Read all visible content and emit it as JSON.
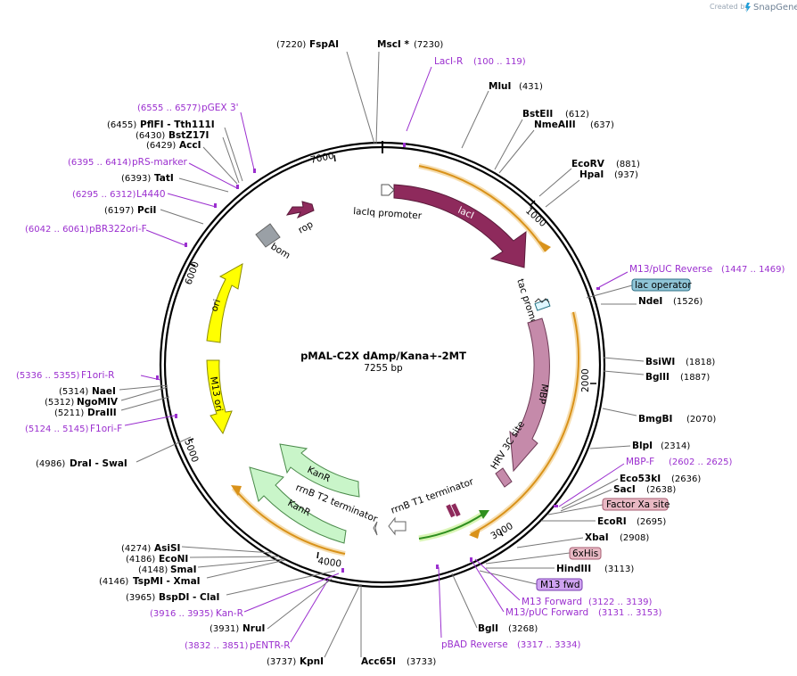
{
  "credit": {
    "prefix": "Created by",
    "brand": "SnapGene"
  },
  "plasmid": {
    "name": "pMAL-C2X dAmp/Kana+-2MT",
    "size": "7255 bp"
  },
  "ticks": [
    "1000",
    "2000",
    "3000",
    "4000",
    "5000",
    "6000",
    "7000"
  ],
  "features": {
    "lacIq_promoter": "lacIq promoter",
    "lacI": "lacI",
    "tac_promoter": "tac promoter",
    "MBP": "MBP",
    "HRV_3C_site": "HRV 3C site",
    "rrnB_T1": "rrnB T1 terminator",
    "rrnB_T2": "rrnB T2 terminator",
    "KanR_1": "KanR",
    "KanR_2": "KanR",
    "M13_ori": "M13 ori",
    "ori": "ori",
    "bom": "bom",
    "rop": "rop"
  },
  "enzymes": {
    "FspAI": {
      "name": "FspAI",
      "pos": "(7220)"
    },
    "MscI": {
      "name": "MscI *",
      "pos": "(7230)"
    },
    "MluI": {
      "name": "MluI",
      "pos": "(431)"
    },
    "BstEII": {
      "name": "BstEII",
      "pos": "(612)"
    },
    "NmeAIII": {
      "name": "NmeAIII",
      "pos": "(637)"
    },
    "EcoRV": {
      "name": "EcoRV",
      "pos": "(881)"
    },
    "HpaI": {
      "name": "HpaI",
      "pos": "(937)"
    },
    "NdeI": {
      "name": "NdeI",
      "pos": "(1526)"
    },
    "BsiWI": {
      "name": "BsiWI",
      "pos": "(1818)"
    },
    "BglII": {
      "name": "BglII",
      "pos": "(1887)"
    },
    "BmgBI": {
      "name": "BmgBI",
      "pos": "(2070)"
    },
    "BlpI": {
      "name": "BlpI",
      "pos": "(2314)"
    },
    "Eco53kI": {
      "name": "Eco53kI",
      "pos": "(2636)"
    },
    "SacI": {
      "name": "SacI",
      "pos": "(2638)"
    },
    "EcoRI": {
      "name": "EcoRI",
      "pos": "(2695)"
    },
    "XbaI": {
      "name": "XbaI",
      "pos": "(2908)"
    },
    "HindIII": {
      "name": "HindIII",
      "pos": "(3113)"
    },
    "BglI": {
      "name": "BglI",
      "pos": "(3268)"
    },
    "Acc65I": {
      "name": "Acc65I",
      "pos": "(3733)"
    },
    "KpnI": {
      "name": "KpnI",
      "pos": "(3737)"
    },
    "NruI": {
      "name": "NruI",
      "pos": "(3931)"
    },
    "BspDI_ClaI": {
      "name": "BspDI  - ClaI",
      "pos": "(3965)"
    },
    "TspMI_XmaI": {
      "name": "TspMI  - XmaI",
      "pos": "(4146)"
    },
    "SmaI": {
      "name": "SmaI",
      "pos": "(4148)"
    },
    "EcoNI": {
      "name": "EcoNI",
      "pos": "(4186)"
    },
    "AsiSI": {
      "name": "AsiSI",
      "pos": "(4274)"
    },
    "DraI_SwaI": {
      "name": "DraI  - SwaI",
      "pos": "(4986)"
    },
    "DraIII": {
      "name": "DraIII",
      "pos": "(5211)"
    },
    "NgoMIV": {
      "name": "NgoMIV",
      "pos": "(5312)"
    },
    "NaeI": {
      "name": "NaeI",
      "pos": "(5314)"
    },
    "PciI": {
      "name": "PciI",
      "pos": "(6197)"
    },
    "TatI": {
      "name": "TatI",
      "pos": "(6393)"
    },
    "AccI": {
      "name": "AccI",
      "pos": "(6429)"
    },
    "BstZ17I": {
      "name": "BstZ17I",
      "pos": "(6430)"
    },
    "PflFI_Tth111I": {
      "name": "PflFI  - Tth111I",
      "pos": "(6455)"
    }
  },
  "primers": {
    "LacI_R": {
      "name": "LacI-R",
      "range": "(100 .. 119)"
    },
    "M13_pUC_Reverse": {
      "name": "M13/pUC Reverse",
      "range": "(1447 .. 1469)"
    },
    "MBP_F": {
      "name": "MBP-F",
      "range": "(2602 .. 2625)"
    },
    "M13_Forward": {
      "name": "M13 Forward",
      "range": "(3122 .. 3139)"
    },
    "M13_pUC_Forward": {
      "name": "M13/pUC Forward",
      "range": "(3131 .. 3153)"
    },
    "pBAD_Reverse": {
      "name": "pBAD Reverse",
      "range": "(3317 .. 3334)"
    },
    "Kan_R": {
      "name": "Kan-R",
      "range": "(3916 .. 3935)"
    },
    "pENTR_R": {
      "name": "pENTR-R",
      "range": "(3832 .. 3851)"
    },
    "F1ori_R": {
      "name": "F1ori-R",
      "range": "(5336 .. 5355)"
    },
    "F1ori_F": {
      "name": "F1ori-F",
      "range": "(5124 .. 5145)"
    },
    "pBR322ori_F": {
      "name": "pBR322ori-F",
      "range": "(6042 .. 6061)"
    },
    "L4440": {
      "name": "L4440",
      "range": "(6295 .. 6312)"
    },
    "pRS_marker": {
      "name": "pRS-marker",
      "range": "(6395 .. 6414)"
    },
    "pGEX_3": {
      "name": "pGEX 3'",
      "range": "(6555 .. 6577)"
    }
  },
  "boxes": {
    "lac_operator": "lac operator",
    "factor_xa": "Factor Xa site",
    "six_his": "6xHis",
    "m13_fwd": "M13 fwd"
  },
  "colors": {
    "lacI": "#8e2a5c",
    "rop": "#8e2a5c",
    "MBP": "#c58aaa",
    "ori": "#ffff00",
    "KanR": "#c9f5c9",
    "bom": "#9aa0a6",
    "primer": "#9b2fcf",
    "orange_track": "#d9921a",
    "lac_operator_box": "#8fc4d6",
    "factor_xa_box": "#e8b9c4",
    "m13_fwd_box": "#cfa3f0"
  }
}
